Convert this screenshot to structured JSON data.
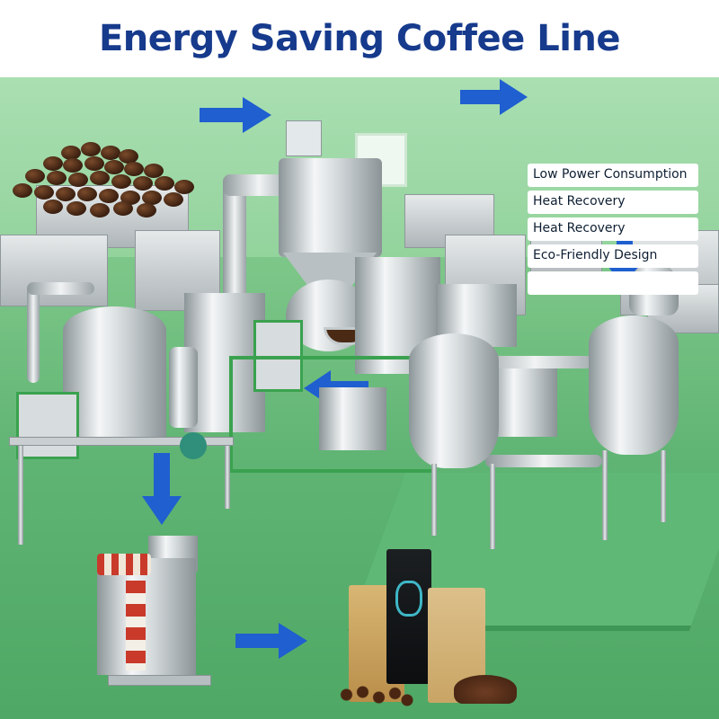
{
  "title": "Energy Saving Coffee Line",
  "features": [
    "Low Power Consumption",
    "Heat Recovery",
    "Heat Recovery",
    "Eco-Friendly Design",
    ""
  ],
  "colors": {
    "title": "#163a8c",
    "arrow": "#1f5fcf",
    "floor": "#5fb473",
    "frame": "#3aa24f"
  },
  "icons": [
    "arrow-right-icon",
    "arrow-down-icon",
    "arrow-left-icon"
  ]
}
